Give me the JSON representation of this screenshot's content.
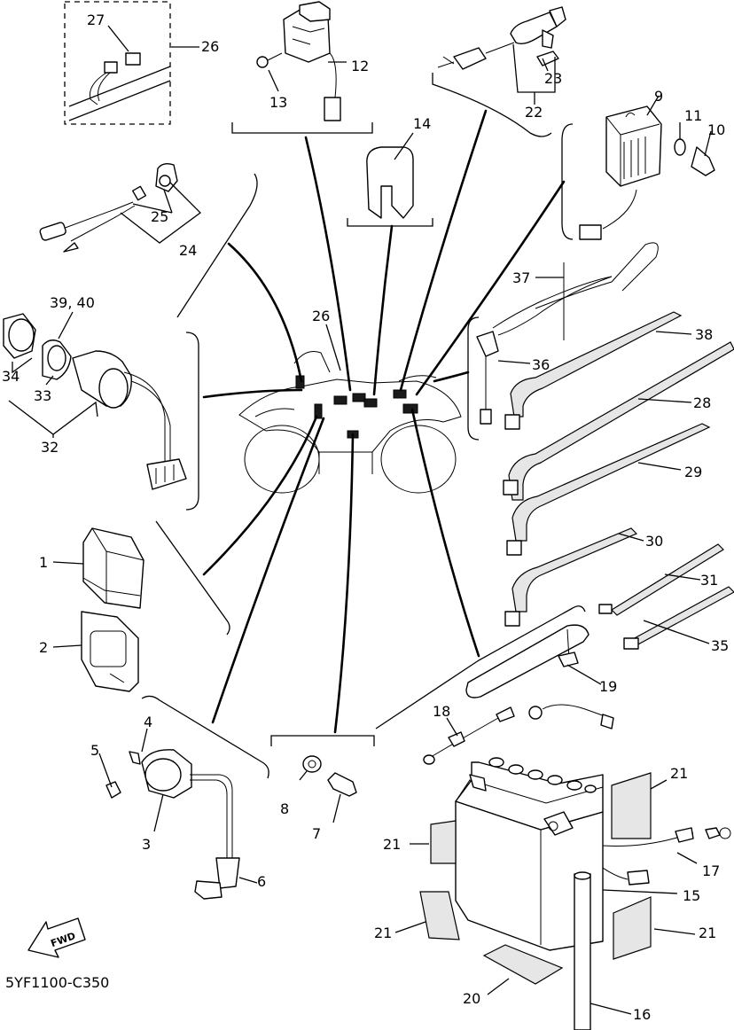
{
  "diagram": {
    "drawing_code": "5YF1100-C350",
    "fwd_arrow_label": "FWD",
    "callouts": {
      "c1": "1",
      "c2": "2",
      "c3": "3",
      "c4": "4",
      "c5": "5",
      "c6": "6",
      "c7": "7",
      "c8": "8",
      "c9": "9",
      "c10": "10",
      "c11": "11",
      "c12": "12",
      "c13": "13",
      "c14": "14",
      "c15": "15",
      "c16": "16",
      "c17": "17",
      "c18": "18",
      "c19": "19",
      "c20": "20",
      "c21a": "21",
      "c21b": "21",
      "c21c": "21",
      "c21d": "21",
      "c22": "22",
      "c23": "23",
      "c24": "24",
      "c25": "25",
      "c26a": "26",
      "c26b": "26",
      "c27": "27",
      "c28": "28",
      "c29": "29",
      "c30": "30",
      "c31": "31",
      "c32": "32",
      "c33": "33",
      "c34": "34",
      "c35": "35",
      "c36": "36",
      "c37": "37",
      "c38": "38",
      "c3940": "39, 40"
    }
  }
}
